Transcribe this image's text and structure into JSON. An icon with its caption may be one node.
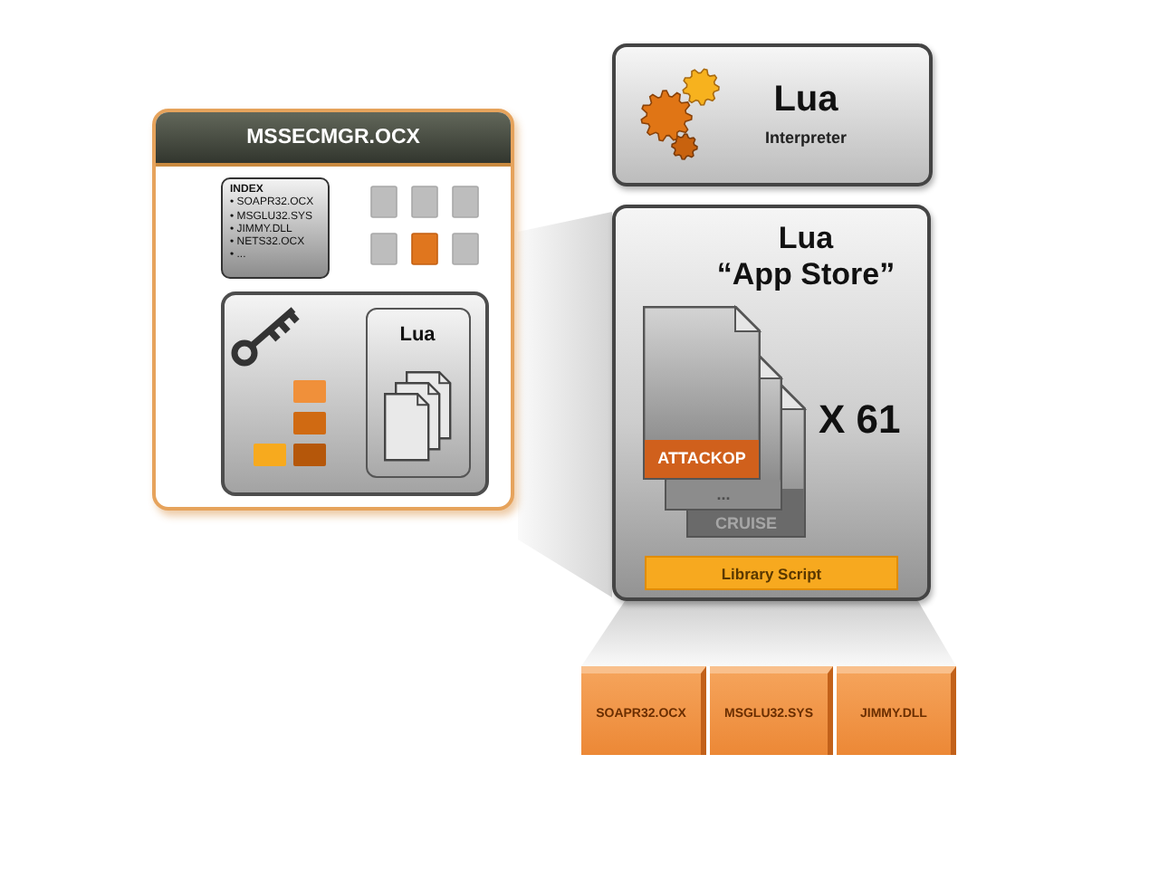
{
  "diagram": {
    "nodes": [
      {
        "text": [
          "MSSECMGR.OCX"
        ]
      },
      {
        "text": [
          "INDEX",
          "• SOAPR32.OCX",
          "• MSGLU32.SYS",
          "• JIMMY.DLL",
          "• NETS32.OCX",
          "• ..."
        ],
        "in": 0
      },
      {
        "text": [],
        "shape": "box",
        "in": 0
      },
      {
        "text": [
          "Lua"
        ],
        "in": 2
      },
      {
        "text": [
          "Lua",
          "Interpreter"
        ]
      },
      {
        "text": [
          "Lua",
          "“App Store”"
        ]
      },
      {
        "text": [
          "ATTACKOP"
        ],
        "in": 5
      },
      {
        "text": [
          "..."
        ],
        "in": 5
      },
      {
        "text": [
          "CRUISE"
        ],
        "in": 5
      },
      {
        "text": [
          "Library Script"
        ],
        "in": 5
      },
      {
        "text": [
          "SOAPR32.OCX"
        ]
      },
      {
        "text": [
          "MSGLU32.SYS"
        ]
      },
      {
        "text": [
          "JIMMY.DLL"
        ]
      },
      {
        "text": [],
        "shape": "trapezoid"
      },
      {
        "text": [],
        "shape": "trapezoid"
      }
    ],
    "labels": [
      "X 61"
    ]
  }
}
